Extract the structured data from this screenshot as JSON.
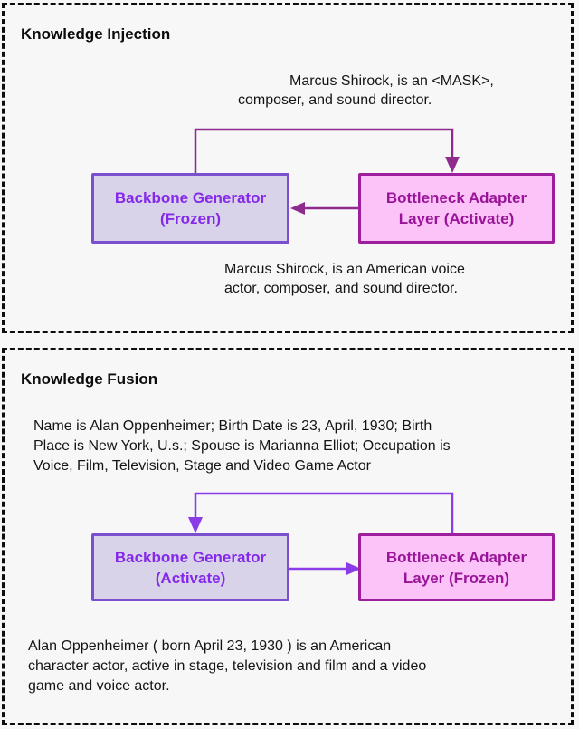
{
  "panels": [
    {
      "title": "Knowledge Injection",
      "input_lines": [
        "Marcus Shirock, is an <MASK>,",
        "composer, and sound director."
      ],
      "backbone_lines": [
        "Backbone Generator",
        "(Frozen)"
      ],
      "adapter_lines": [
        "Bottleneck Adapter",
        "Layer (Activate)"
      ],
      "output_lines": [
        "Marcus Shirock, is an American voice",
        "actor, composer, and sound director."
      ]
    },
    {
      "title": "Knowledge Fusion",
      "input_lines": [
        "Name is Alan Oppenheimer; Birth Date is 23, April, 1930; Birth",
        "Place is New York, U.s.; Spouse is Marianna Elliot; Occupation is",
        "Voice, Film, Television, Stage and Video Game Actor"
      ],
      "backbone_lines": [
        "Backbone Generator",
        "(Activate)"
      ],
      "adapter_lines": [
        "Bottleneck Adapter",
        "Layer (Frozen)"
      ],
      "output_lines": [
        "Alan Oppenheimer ( born April 23, 1930 ) is an American",
        "character actor, active in stage, television and film and a video",
        "game and voice actor."
      ]
    }
  ],
  "colors": {
    "panel_background": "#f7f7f8",
    "dashed_border": "#0d0d0d",
    "backbone_fill": "#d9d3e9",
    "backbone_border": "#7a4fd0",
    "backbone_text": "#8429ea",
    "adapter_fill": "#fcc3f8",
    "adapter_border": "#9e1f9e",
    "adapter_text": "#991499",
    "arrow_injection": "#8f2b8d",
    "arrow_fusion": "#8a3ce8"
  }
}
